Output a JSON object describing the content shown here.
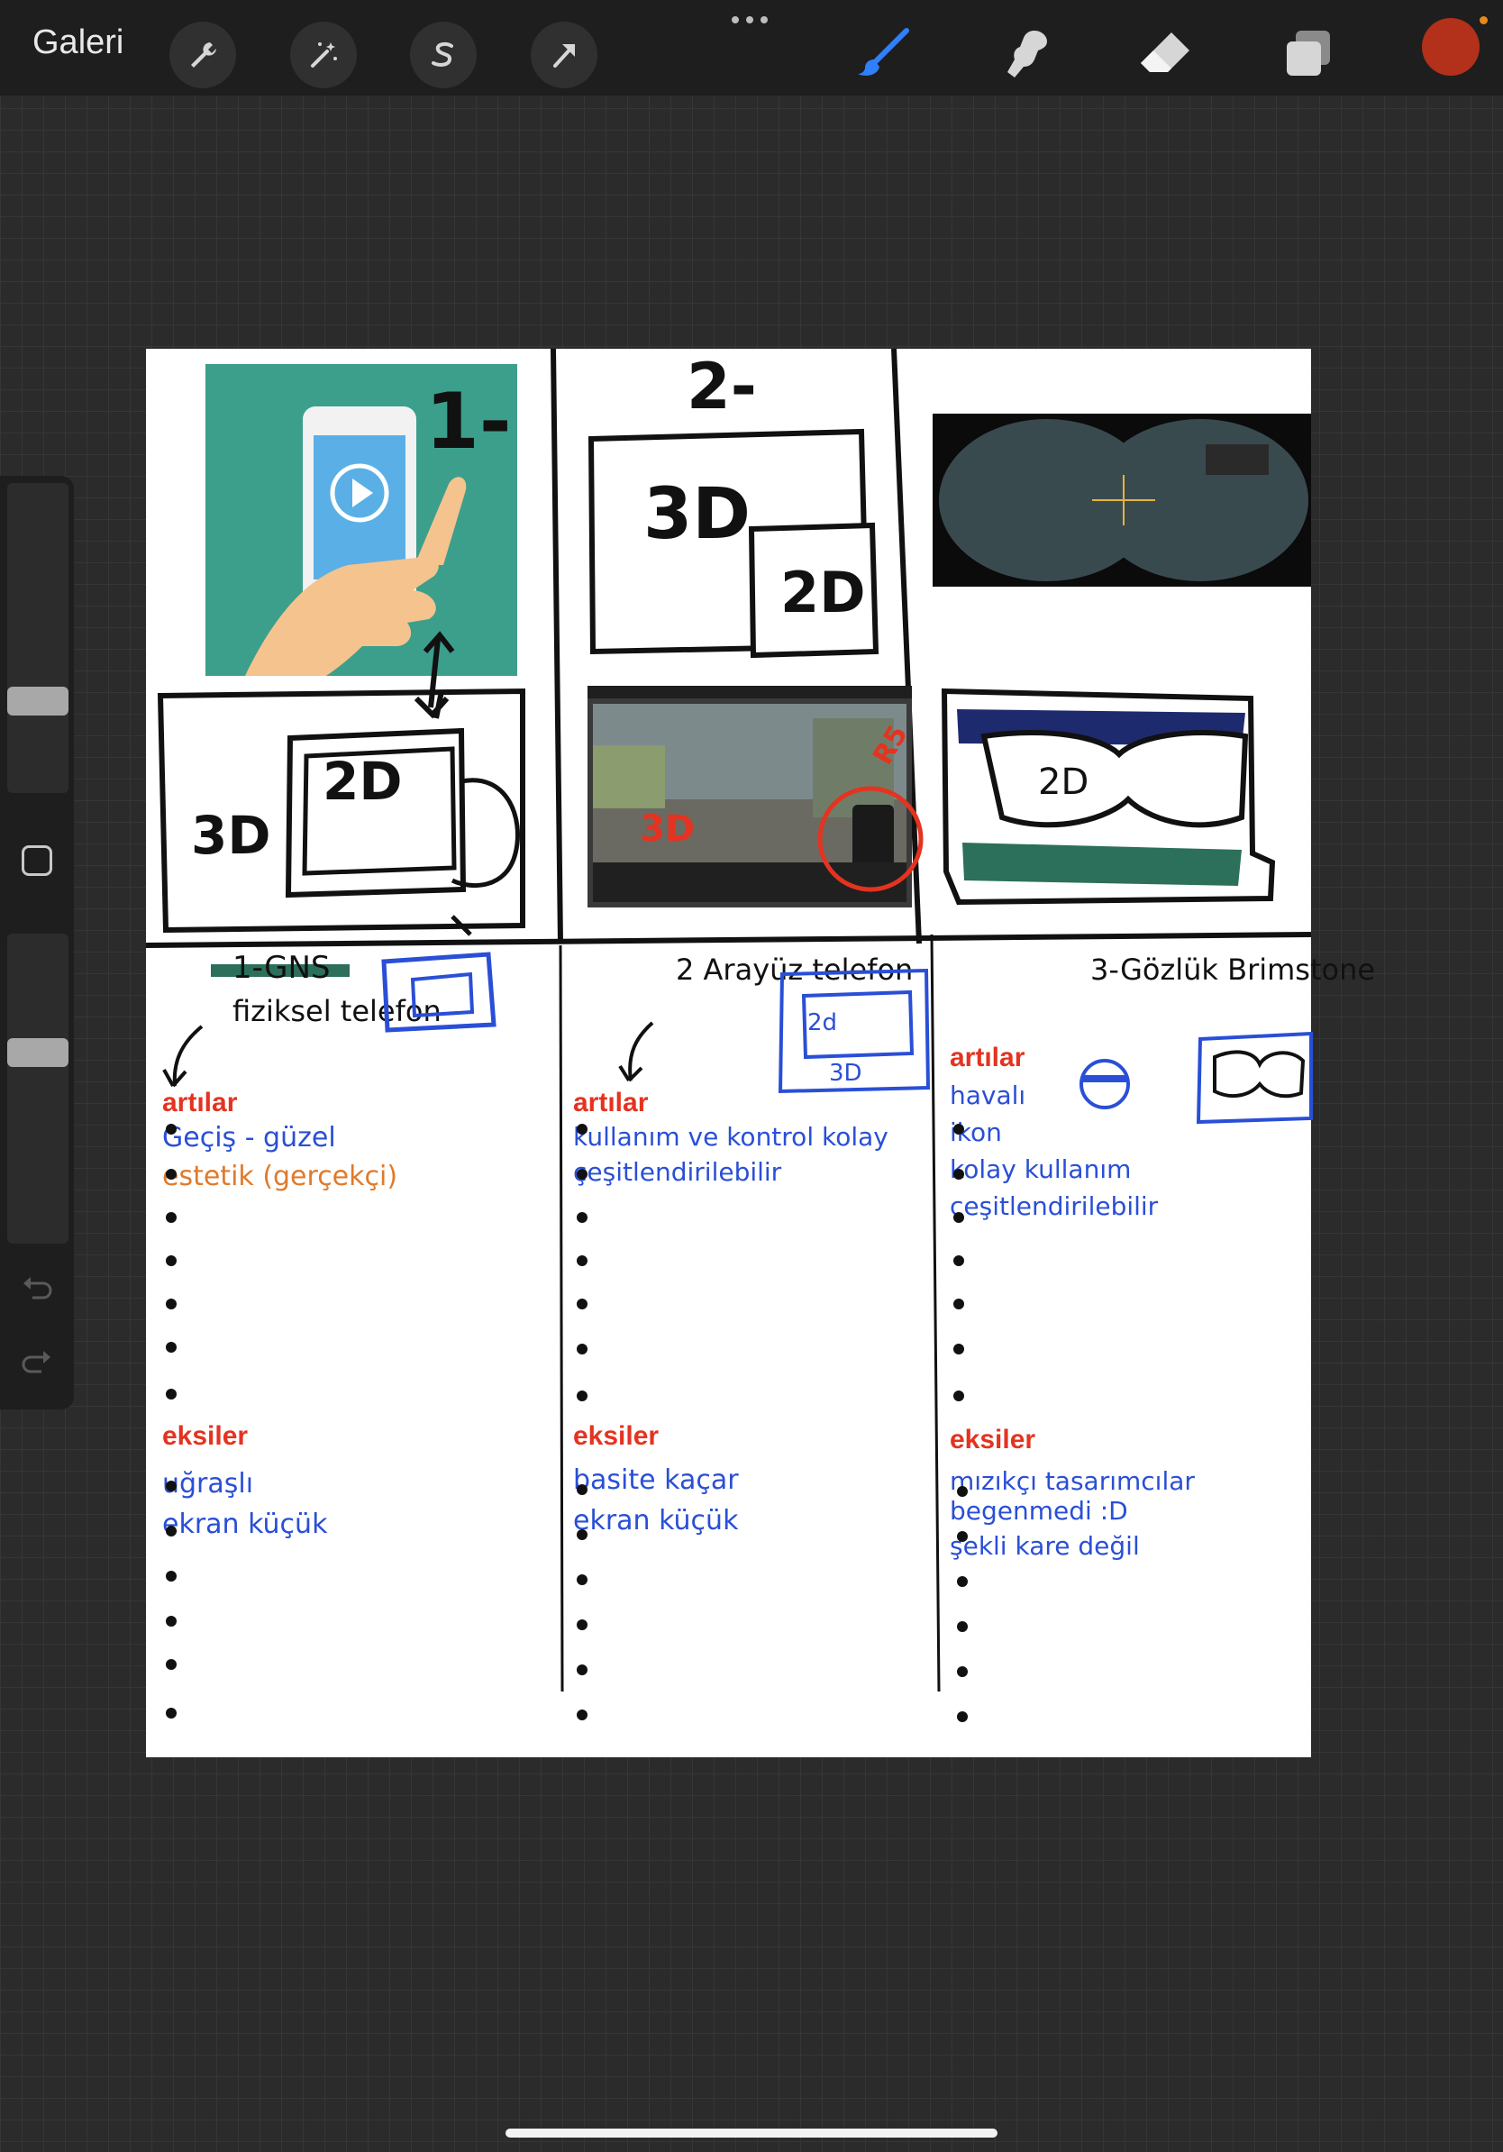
{
  "topbar": {
    "gallery_label": "Galeri",
    "icons": [
      "wrench-icon",
      "magic-wand-icon",
      "selection-s-icon",
      "transform-arrow-icon",
      "brush-icon",
      "smudge-icon",
      "eraser-icon",
      "layers-icon"
    ],
    "active_color": "#b3301a",
    "brush_color": "#2f7fff"
  },
  "canvas": {
    "panels": [
      {
        "number": "1-",
        "big": "3D",
        "small": "2D"
      },
      {
        "number": "2-",
        "big": "3D",
        "small": "2D",
        "overlay_big": "3D",
        "overlay_small": "R5"
      },
      {
        "number": "",
        "big": "",
        "small": "2D"
      }
    ],
    "columns": [
      {
        "title": "fiziksel telefon",
        "struck": "1-GNS",
        "pros_label": "artılar",
        "pros": [
          "Geçiş - güzel",
          "estetik (gerçekçi)"
        ],
        "cons_label": "eksiler",
        "cons": [
          "uğraşlı",
          "ekran küçük"
        ]
      },
      {
        "title": "2 Arayüz telefon",
        "sketch_big": "3D",
        "sketch_small": "2d",
        "pros_label": "artılar",
        "pros": [
          "kullanım ve kontrol kolay",
          "çeşitlendirilebilir"
        ],
        "cons_label": "eksiler",
        "cons": [
          "basite kaçar",
          "ekran küçük"
        ]
      },
      {
        "title": "3-Gözlük Brimstone",
        "pros_label": "artılar",
        "pros": [
          "havalı",
          "ikon",
          "kolay kullanım",
          "çeşitlendirilebilir"
        ],
        "cons_label": "eksiler",
        "cons": [
          "mızıkçı tasarımcılar begenmedi :D",
          "şekli kare değil"
        ]
      }
    ]
  },
  "colors": {
    "pros_red": "#e43320",
    "ink_blue": "#2a4fd6",
    "ink_orange": "#e07a2a",
    "ink_black": "#111111",
    "panel_teal": "#3c9f8c"
  }
}
